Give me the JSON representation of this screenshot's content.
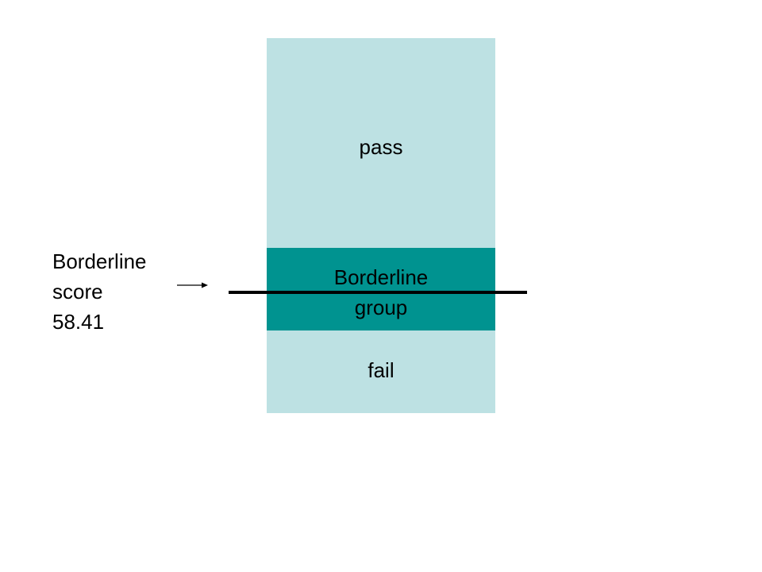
{
  "colors": {
    "pass_band": "#bde1e3",
    "borderline_band": "#009390",
    "fail_band": "#bde1e3",
    "cut_line": "#000000"
  },
  "bands": {
    "pass_label": "pass",
    "borderline_label_line1": "Borderline",
    "borderline_label_line2": "group",
    "fail_label": "fail"
  },
  "annotation": {
    "line1": "Borderline",
    "line2": "score",
    "line3": "58.41",
    "arrow_icon": "arrow-right-icon"
  }
}
